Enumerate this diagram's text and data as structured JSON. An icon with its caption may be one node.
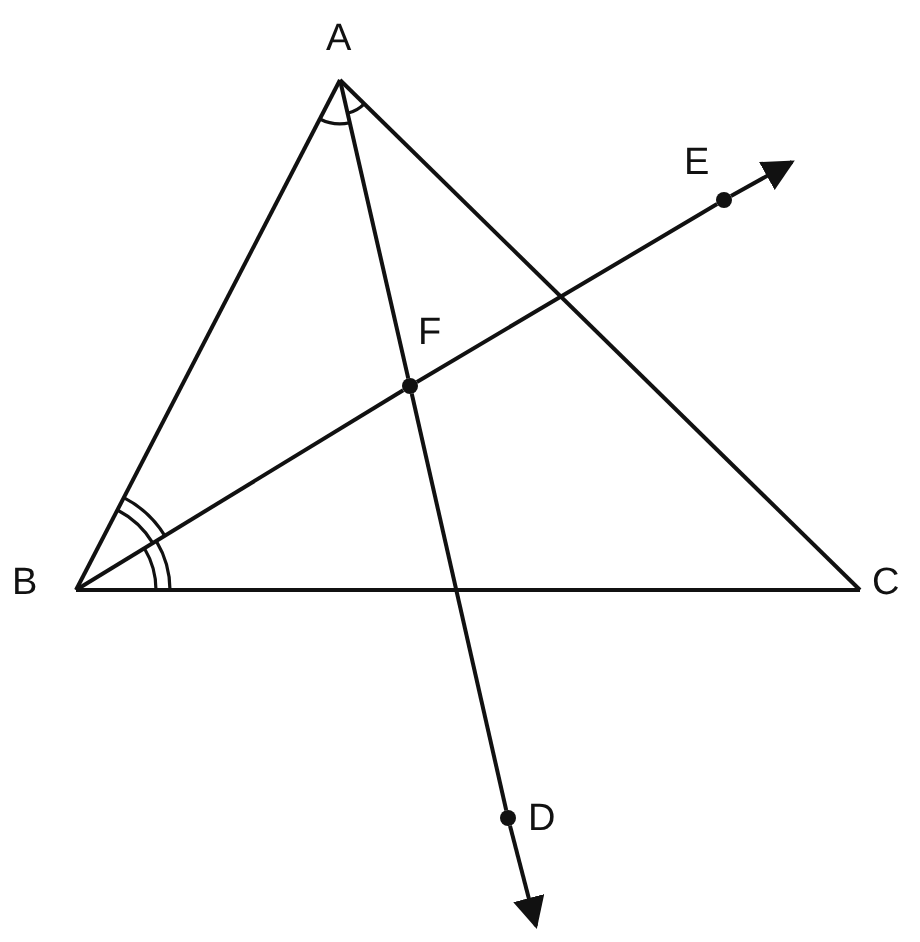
{
  "diagram": {
    "nodes": [
      {
        "text": [
          "A"
        ]
      },
      {
        "text": [
          "B"
        ]
      },
      {
        "text": [
          "C"
        ]
      },
      {
        "text": [
          "D"
        ]
      },
      {
        "text": [
          "E"
        ]
      },
      {
        "text": [
          "F"
        ]
      }
    ],
    "edges": [
      {
        "from": 0,
        "to": 1,
        "arrow": "none"
      },
      {
        "from": 0,
        "to": 2,
        "arrow": "none"
      },
      {
        "from": 1,
        "to": 2,
        "arrow": "none"
      },
      {
        "from": 0,
        "to": 5,
        "arrow": "none"
      },
      {
        "from": 5,
        "to": 3,
        "arrow": "none"
      },
      {
        "from": 3,
        "to": null,
        "arrow": "to"
      },
      {
        "from": 1,
        "to": 5,
        "arrow": "none"
      },
      {
        "from": 5,
        "to": 4,
        "arrow": "none"
      },
      {
        "from": 4,
        "to": null,
        "arrow": "to"
      }
    ]
  }
}
